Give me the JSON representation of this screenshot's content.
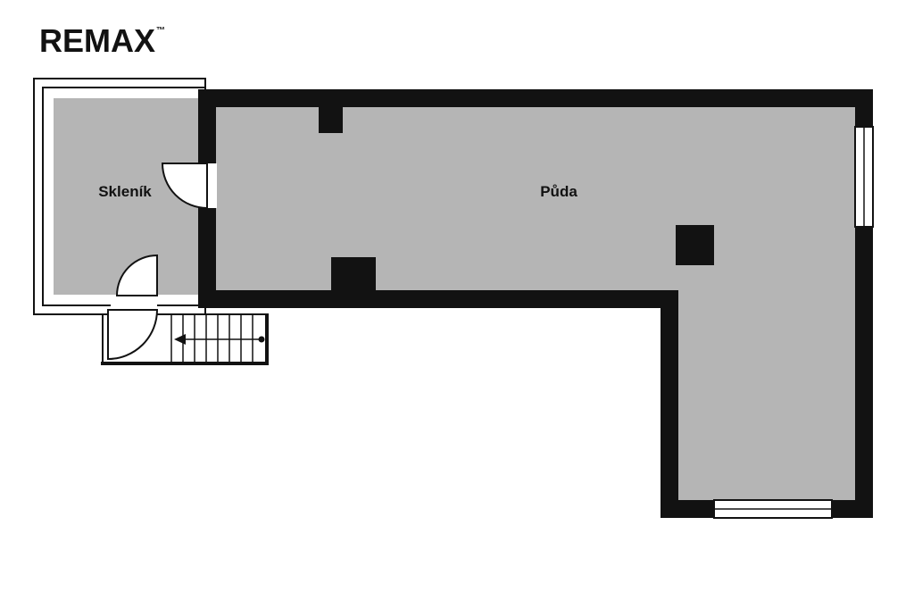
{
  "logo": {
    "text": "REMAX",
    "trademark": "™"
  },
  "floorplan": {
    "rooms": [
      {
        "id": "sklenik",
        "label": "Skleník"
      },
      {
        "id": "puda",
        "label": "Půda"
      }
    ],
    "colors": {
      "wall": "#121212",
      "floor": "#b5b5b5",
      "background": "#ffffff"
    }
  }
}
